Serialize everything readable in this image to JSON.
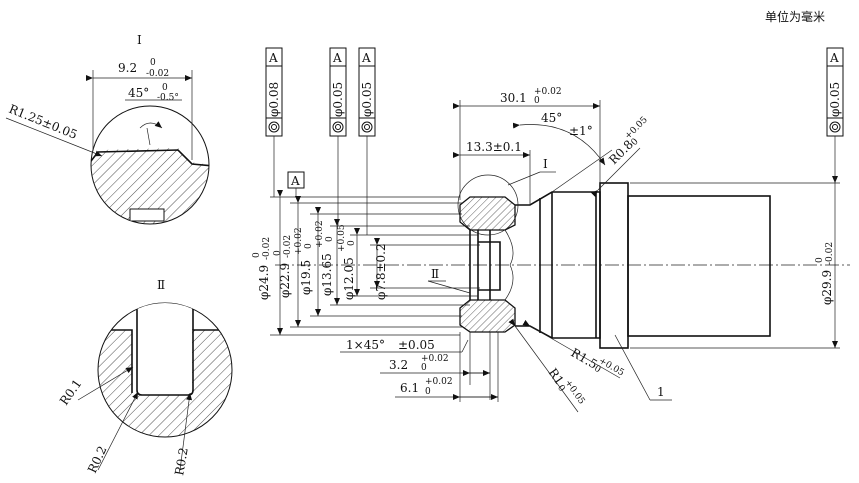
{
  "unit_note": "单位为毫米",
  "views": {
    "detail1_label": "Ⅰ",
    "detail2_label": "Ⅱ"
  },
  "details": {
    "d1_width": "9.2",
    "d1_width_upper": "0",
    "d1_width_lower": "-0.02",
    "d1_angle": "45°",
    "d1_angle_upper": "0",
    "d1_angle_lower": "-0.5°",
    "d1_radius": "R1.25±0.05",
    "d2_r1": "R0.1",
    "d2_r2": "R0.2",
    "d2_r3": "R0.2"
  },
  "tolerance_frames": [
    {
      "value": "φ0.08",
      "datum": "A"
    },
    {
      "value": "φ0.05",
      "datum": "A"
    },
    {
      "value": "φ0.05",
      "datum": "A"
    },
    {
      "value": "φ0.05",
      "datum": "A"
    }
  ],
  "datum": "A",
  "dimensions": {
    "d24": "φ24.9",
    "d24_upper": "0",
    "d24_lower": "-0.02",
    "d22": "φ22.9",
    "d22_upper": "0",
    "d22_lower": "-0.02",
    "d19": "φ19.5",
    "d19_upper": "+0.02",
    "d19_lower": "0",
    "d13": "φ13.65",
    "d13_upper": "+0.02",
    "d13_lower": "0",
    "d12": "φ12.05",
    "d12_upper": "+0.05",
    "d12_lower": "0",
    "d7": "φ7.8±0.2",
    "d29": "φ29.9",
    "d29_upper": "0",
    "d29_lower": "-0.02",
    "len30": "30.1",
    "len30_upper": "+0.02",
    "len30_lower": "0",
    "len13": "13.3±0.1",
    "angle45": "45°",
    "angle_tol": "±1°",
    "r08": "R0.8",
    "r08_upper": "+0.05",
    "r08_lower": "0",
    "chamfer": "1×45°",
    "chamfer_tol": "±0.05",
    "len3": "3.2",
    "len3_upper": "+0.02",
    "len3_lower": "0",
    "len6": "6.1",
    "len6_upper": "+0.02",
    "len6_lower": "0",
    "r15": "R1.5",
    "r15_upper": "+0.05",
    "r15_lower": "0",
    "r1": "R1",
    "r1_upper": "+0.05",
    "r1_lower": "0"
  },
  "callouts": {
    "main_detail1": "Ⅰ",
    "main_detail2": "Ⅱ",
    "part_no": "1"
  }
}
